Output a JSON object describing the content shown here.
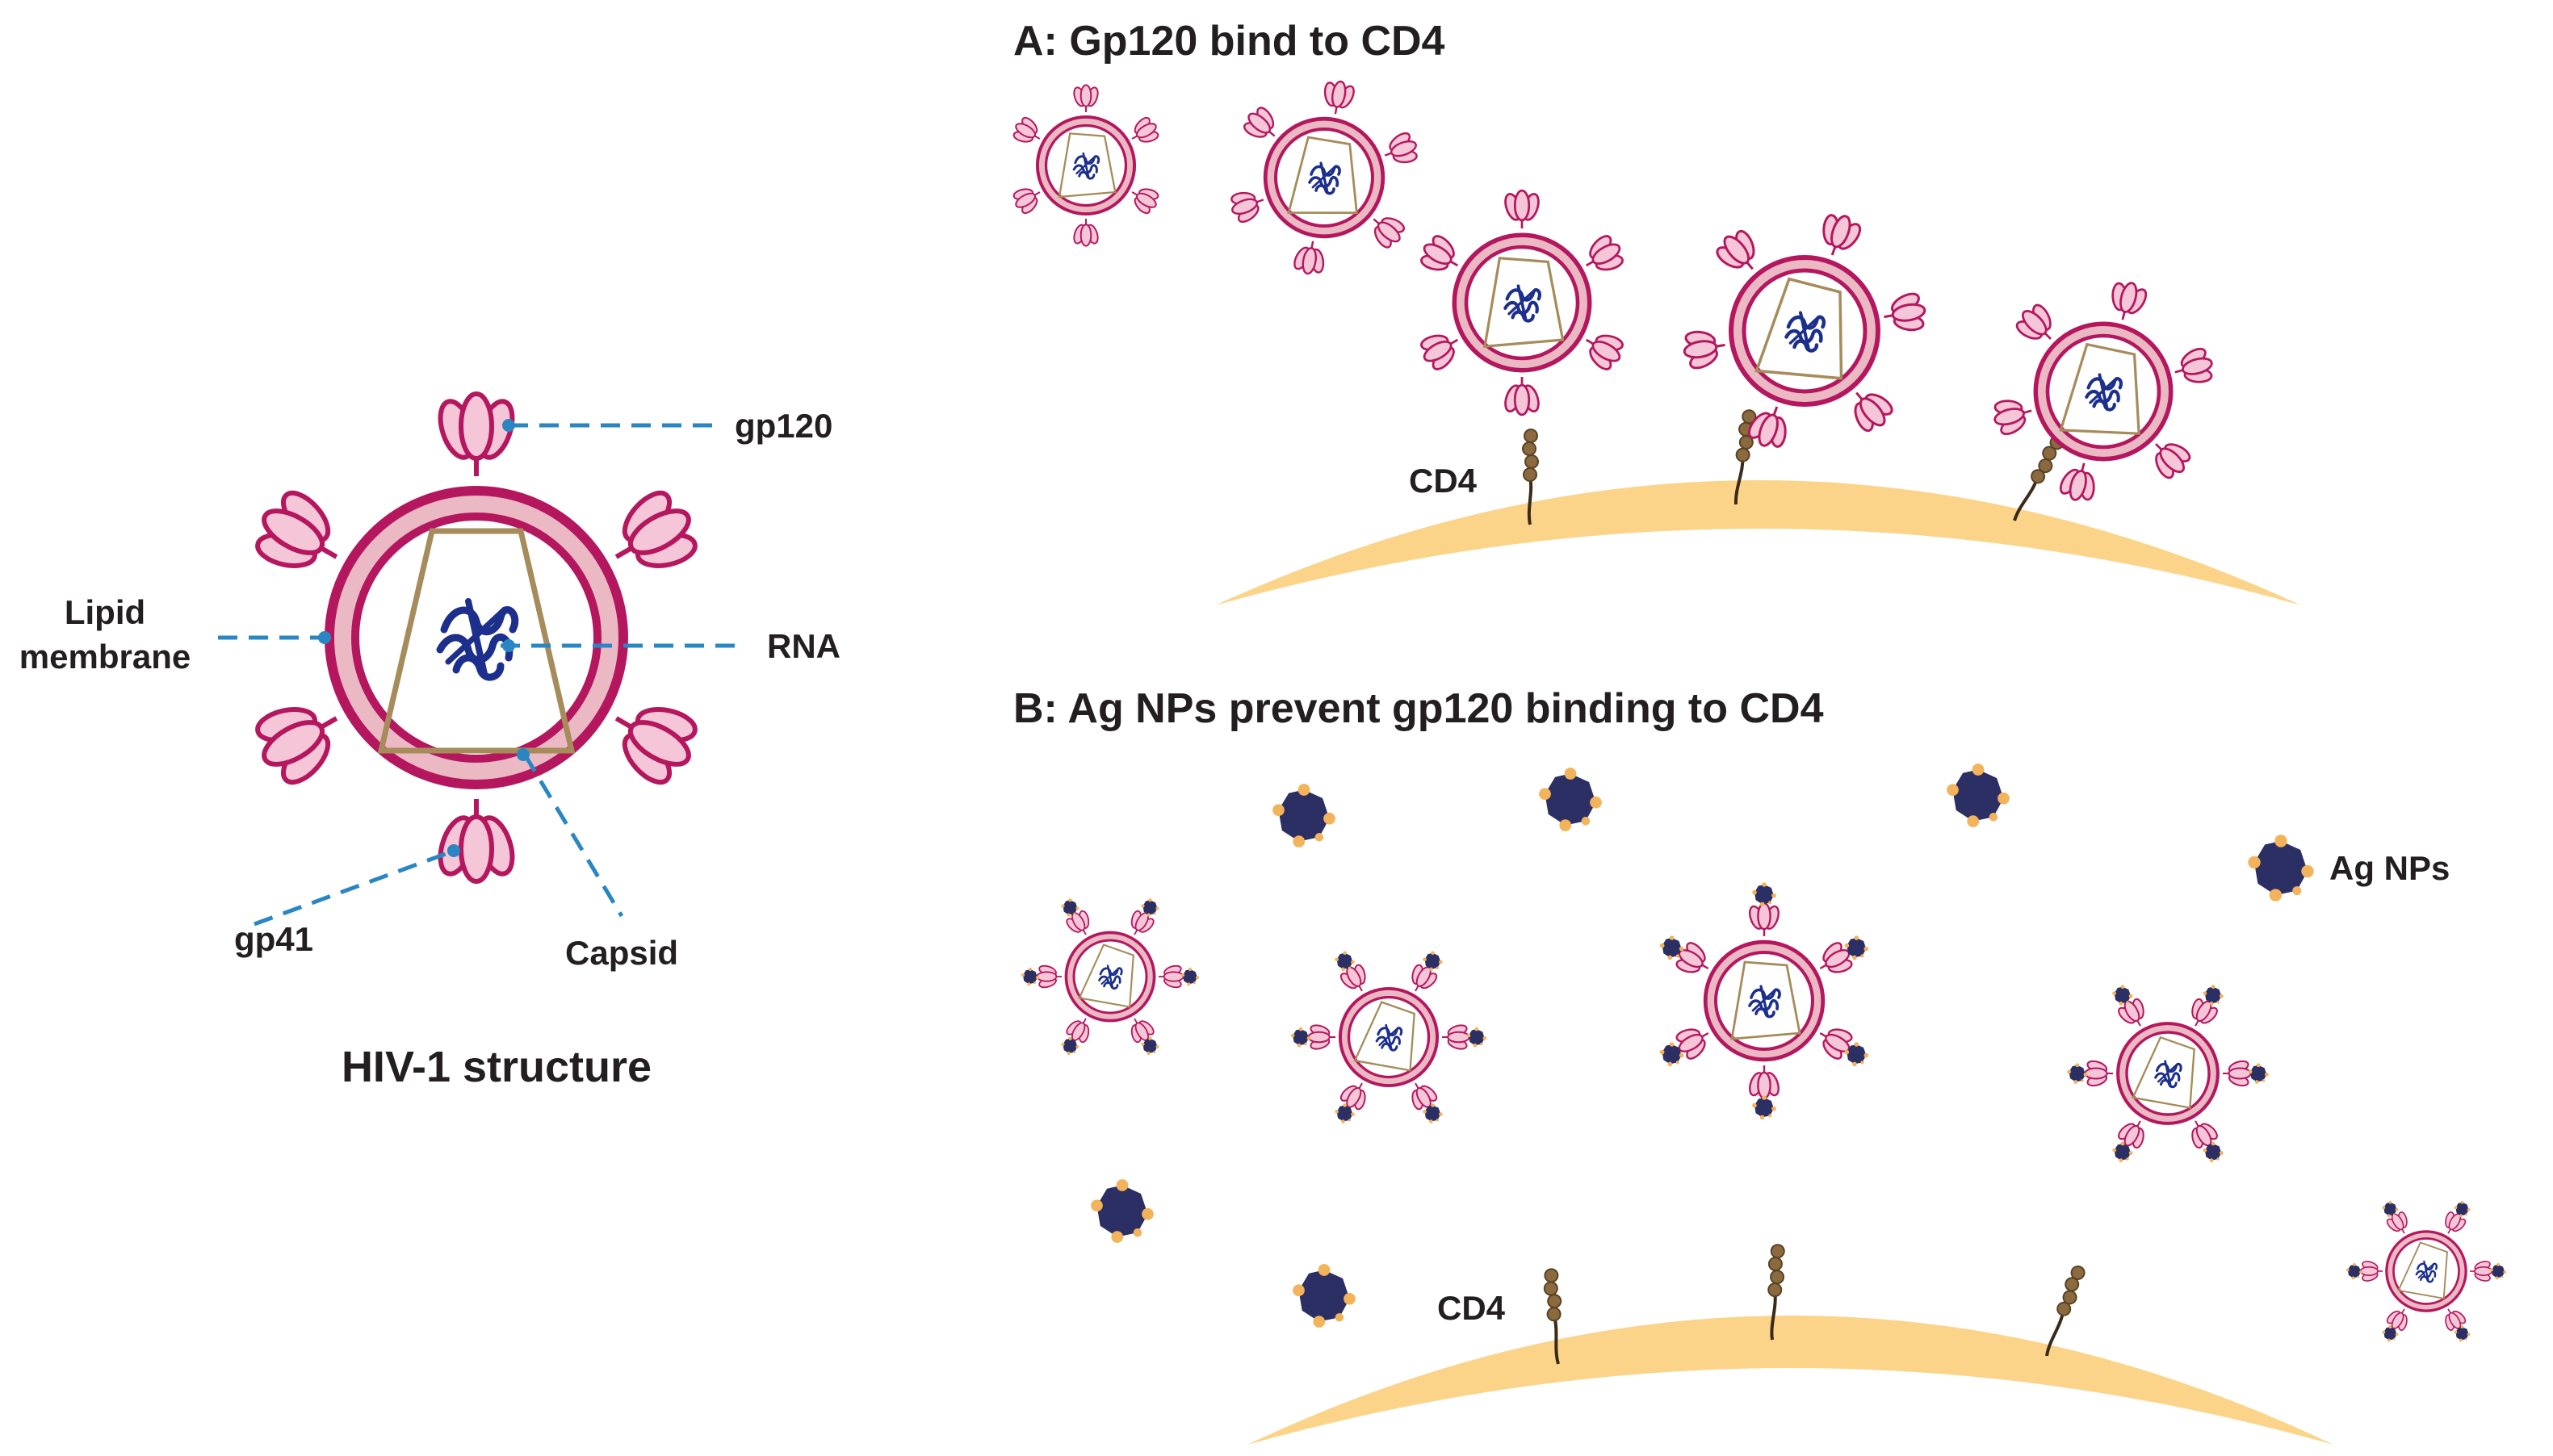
{
  "colors": {
    "membrane": "#b5175e",
    "membrane_fill": "#eab9c4",
    "gp120_stroke": "#b5175e",
    "gp120_fill": "#f4c6d8",
    "capsid": "#a58c5a",
    "rna": "#1c2f8c",
    "leader": "#2a86c2",
    "cell": "#fbd48a",
    "cd4": "#7a5c35",
    "np_core": "#2b2f63",
    "np_dot": "#f3b35a"
  },
  "icons": {
    "rna": "rna-coil-icon",
    "ag_np": "silver-nanoparticle-icon"
  },
  "hiv_structure": {
    "title": "HIV-1 structure",
    "labels": {
      "gp120": "gp120",
      "lipid_line1": "Lipid",
      "lipid_line2": "membrane",
      "rna": "RNA",
      "gp41": "gp41",
      "capsid": "Capsid"
    }
  },
  "panel_a": {
    "title": "A: Gp120 bind to CD4",
    "cd4_label": "CD4"
  },
  "panel_b": {
    "title": "B: Ag NPs prevent gp120 binding to CD4",
    "cd4_label": "CD4",
    "legend_label": "Ag NPs"
  }
}
